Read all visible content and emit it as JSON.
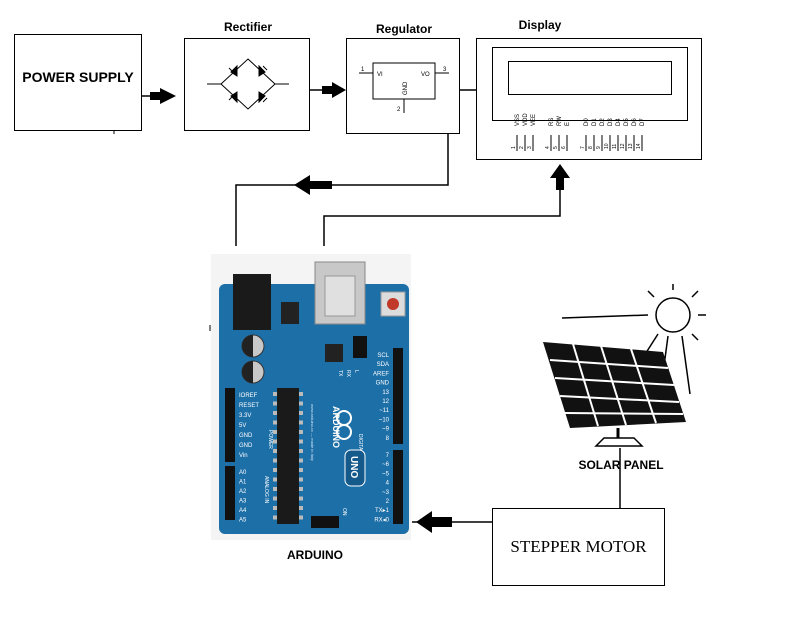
{
  "blocks": {
    "power_supply": "POWER SUPPLY",
    "rectifier": "Rectifier",
    "regulator": "Regulator",
    "display": "Display",
    "arduino": "ARDUINO",
    "solar_panel": "SOLAR PANEL",
    "stepper_motor": "STEPPER MOTOR"
  },
  "regulator_chip": {
    "pin_in": "1",
    "pin_out": "3",
    "pin_gnd": "2",
    "label_in": "VI",
    "label_out": "VO",
    "label_gnd": "GND"
  },
  "lcd": {
    "pin_names": [
      "VSS",
      "VDD",
      "VEE",
      "RS",
      "RW",
      "E",
      "D0",
      "D1",
      "D2",
      "D3",
      "D4",
      "D5",
      "D6",
      "D7"
    ],
    "pin_numbers": [
      "1",
      "2",
      "3",
      "4",
      "5",
      "6",
      "7",
      "8",
      "9",
      "10",
      "11",
      "12",
      "13",
      "14"
    ]
  },
  "arduino_board": {
    "left_header": [
      "IOREF",
      "RESET",
      "3.3V",
      "5V",
      "GND",
      "GND",
      "Vin"
    ],
    "power_label": "POWER",
    "analog_header": [
      "A0",
      "A1",
      "A2",
      "A3",
      "A4",
      "A5"
    ],
    "analog_label": "ANALOG IN",
    "right_header_top": [
      "SCL",
      "SDA",
      "AREF",
      "GND",
      "13",
      "12",
      "~11",
      "~10",
      "~9",
      "8"
    ],
    "right_header_bottom": [
      "7",
      "~6",
      "~5",
      "4",
      "~3",
      "2",
      "TX▸1",
      "RX◂0"
    ],
    "digital_label": "DIGITAL (PWM~)",
    "brand": "ARDUINO",
    "model": "UNO",
    "leds": [
      "TX",
      "RX",
      "L"
    ],
    "on_label": "ON",
    "made_in": "www.arduino.cc — made in Italy"
  },
  "colors": {
    "board_blue": "#1d6fa8",
    "board_dark": "#155a8a",
    "arrow": "#000000",
    "sun_outline": "#000000"
  }
}
